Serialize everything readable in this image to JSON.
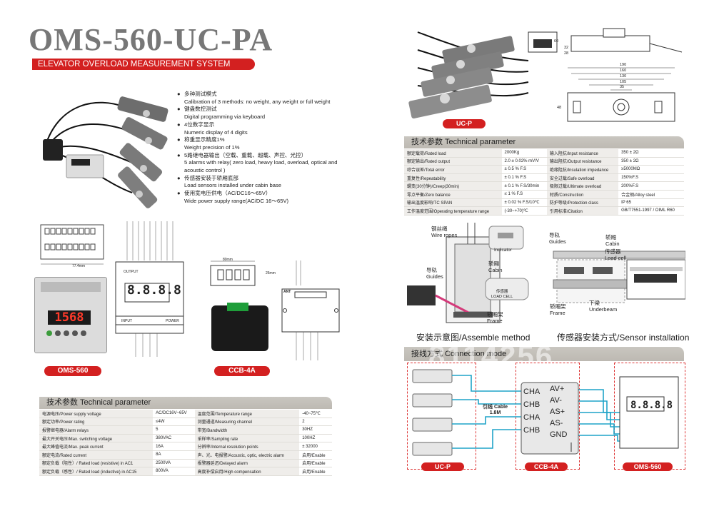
{
  "header": {
    "model": "OMS-560-UC-PA",
    "subtitle": "ELEVATOR OVERLOAD MEASUREMENT SYSTEM"
  },
  "features": [
    {
      "cn": "多种测试模式",
      "en": "Calibration of 3 methods: no weight, any weight or full weight"
    },
    {
      "cn": "键盘数控测试",
      "en": "Digital programming via keyboard"
    },
    {
      "cn": "4位数字显示",
      "en": "Numeric display of 4 digits"
    },
    {
      "cn": "称重显示精度1%",
      "en": "Weight precision of 1%"
    },
    {
      "cn": "5路继电器输出（空载、重载、超载、声控、光控）",
      "en": "5 alarms with relay( zero load, heavy load, overload, optical and acoustic control )"
    },
    {
      "cn": "传感器安装于轿厢底部",
      "en": "Load sensors installed under cabin base"
    },
    {
      "cn": "使用宽电压供电（AC/DC16～65V）",
      "en": "Wide power supply range(AC/DC 16～65V)"
    }
  ],
  "devices": {
    "controller_label": "OMS-560",
    "junction_label": "CCB-4A",
    "sensor_label": "UC-P",
    "display_digits": "1568",
    "drawing_digits": "8.8.8.8",
    "drawing_panel_label": "OUTPUT",
    "drawing_power_label": "POWER",
    "drawing_input_label": "INPUT",
    "junction_dim": "80mm",
    "junction_height": "26mm",
    "drawing_width": "77.4mm",
    "brand": "ANT"
  },
  "sensor_drawing": {
    "dims_top": [
      "190",
      "160",
      "130",
      "105",
      "35"
    ],
    "dim_height": "60",
    "dim_side": [
      "32",
      "28",
      "48"
    ]
  },
  "tech_left": {
    "heading": "技术参数 Technical parameter",
    "rows": [
      [
        "电源电压/Power supply voltage",
        "AC/DC16V~65V",
        "温度范围/Temperature range",
        "-40~75℃"
      ],
      [
        "额定功率/Power rating",
        "≤4W",
        "测量通道/Measuring channel",
        "2"
      ],
      [
        "报警继电器/Alarm relays",
        "5",
        "带宽/Bandwidth",
        "30HZ"
      ],
      [
        "最大开关电压/Max. switching voltage",
        "380VAC",
        "采样率/Sampling rate",
        "100HZ"
      ],
      [
        "最大峰值电流/Max. peak current",
        "16A",
        "分辨率/Internal resolution points",
        "± 32000"
      ],
      [
        "额定电流/Rated current",
        "8A",
        "声、光、电报警/Acoustic, optic, electric alarm",
        "启用/Enable"
      ],
      [
        "额定负载（阻性）/ Rated load (resistive) in AC1",
        "2500VA",
        "报警器延迟/Delayed alarm",
        "启用/Enable"
      ],
      [
        "额定负载（感性）/ Rated load (inductive) in AC15",
        "800VA",
        "高度补偿启用/High compensation",
        "启用/Enable"
      ]
    ]
  },
  "tech_right": {
    "heading": "技术参数 Technical parameter",
    "rows": [
      [
        "额定载荷/Rated load",
        "2000Kg",
        "输入阻抗/Input resistance",
        "350 ± 2Ω"
      ],
      [
        "额定输出/Rated output",
        "2.0 ± 0.02% mV/V",
        "输出阻抗/Output resistance",
        "350 ± 2Ω"
      ],
      [
        "综合误差/Total error",
        "± 0.5 % F.S",
        "绝缘阻抗/Insulation impedance",
        "≥5000MΩ"
      ],
      [
        "重复性/Repeatability",
        "± 0.1 % F.S",
        "安全过载/Safe overload",
        "150%F.S"
      ],
      [
        "蠕变(30分钟)/Creep(30min)",
        "± 0.1 % F.S/30min",
        "极限过载/Ultimate overload",
        "200%F.S"
      ],
      [
        "零点平衡/Zero balance",
        "≤ 1 % F.S",
        "材质/Construction",
        "合金钢/Alloy steel"
      ],
      [
        "输出温度影响/TC SPAN",
        "± 0.02 % F.S/10℃",
        "防护等级/Protection class",
        "IP 65"
      ],
      [
        "工作温度范围/Operating temperature range",
        "(-30~+70)℃",
        "引用标准/Citation",
        "GB/T7551-1997 / OIML R60"
      ]
    ]
  },
  "assemble": {
    "wire_ropes": "钢丝绳\nWire ropes",
    "indicator": "Indicator",
    "guides": "导轨\nGuides",
    "cabin": "轿厢\nCabin",
    "loadcell": "传感器\nLOAD CELL",
    "frame": "轿厢架\nFrame",
    "caption": "安装示意图/Assemble method"
  },
  "install": {
    "guides": "导轨\nGuides",
    "cabin": "轿厢\nCabin",
    "loadcell": "传感器\nLoad cell",
    "frame": "轿厢架\nFrame",
    "underbeam": "下梁\nUnderbeam",
    "caption": "传感器安装方式/Sensor installation"
  },
  "connection": {
    "heading": "接线方式 Connection mode",
    "cable_label": "引线 Cable\n1.8M",
    "left_terminals": [
      "CHA",
      "CHB",
      "CHA",
      "CHB"
    ],
    "right_terminals": [
      "AV+",
      "AV-",
      "AS+",
      "AS-",
      "GND"
    ],
    "labels": [
      "UC-P",
      "CCB-4A",
      "OMS-560"
    ],
    "watermark": "8114256"
  },
  "colors": {
    "accent": "#d32020",
    "section": "#c4c1ba",
    "wire_blue": "#1fa3c8"
  }
}
